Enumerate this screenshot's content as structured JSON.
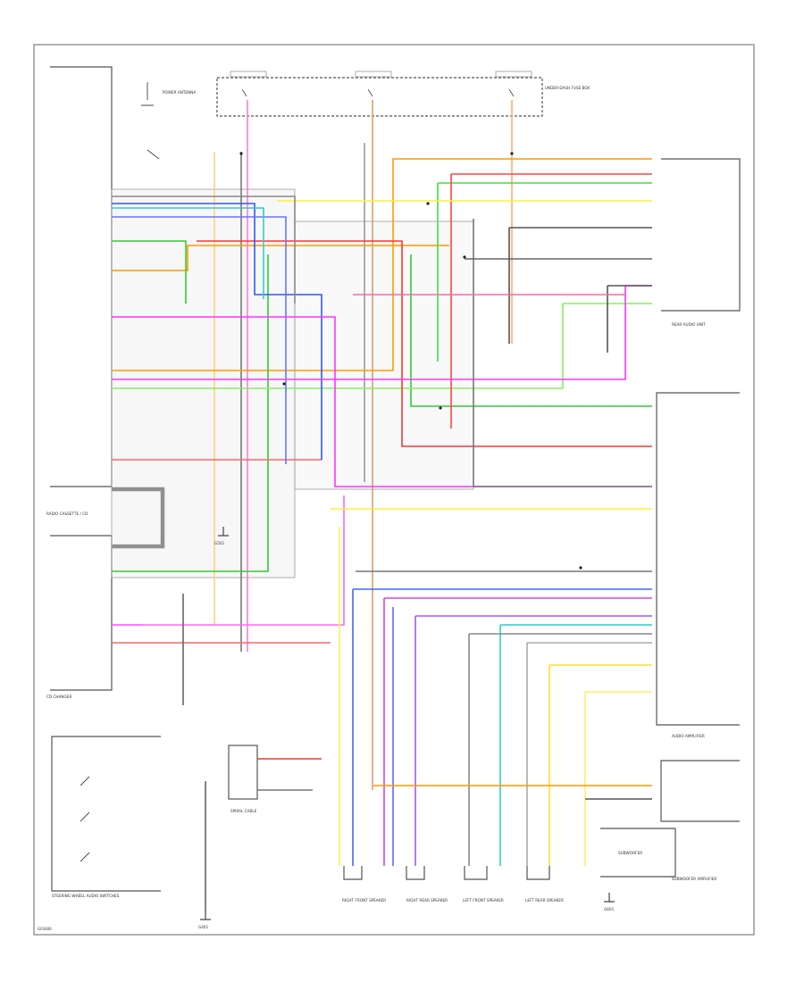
{
  "components": {
    "radio_cassette": "RADIO CASSETTE / CD",
    "cd_changer": "CD CHANGER",
    "steering_switches": "STEERING WHEEL AUDIO SWITCHES",
    "spiral_cable": "SPIRAL CABLE",
    "fuse_box": "UNDER-DASH FUSE BOX",
    "rear_audio_unit": "REAR AUDIO UNIT",
    "power_antenna": "POWER ANTENNA",
    "amplifier": "AUDIO AMPLIFIER",
    "sub_amplifier": "SUBWOOFER AMPLIFIER",
    "subwoofer": "SUBWOOFER",
    "front_right_speaker": "RIGHT FRONT SPEAKER",
    "rear_right_speaker": "RIGHT REAR SPEAKER",
    "front_left_speaker": "LEFT FRONT SPEAKER",
    "rear_left_speaker": "LEFT REAR SPEAKER",
    "g401": "G401",
    "g501": "G501",
    "g601": "G601"
  },
  "figure_code": "G03406"
}
